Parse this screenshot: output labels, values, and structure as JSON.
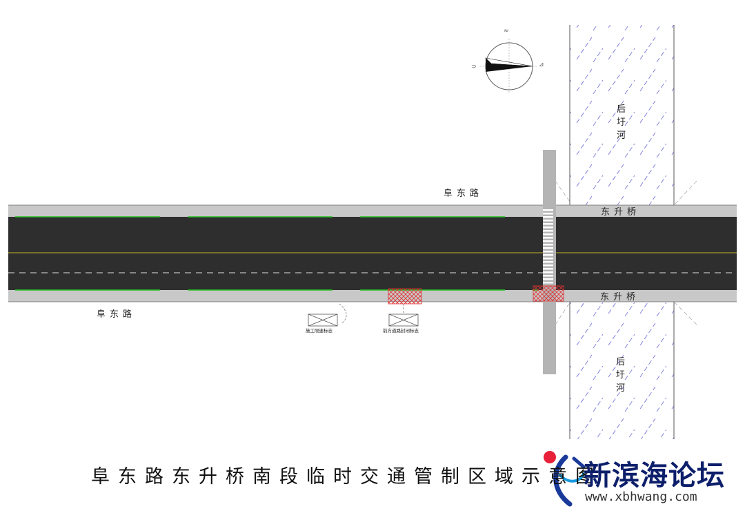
{
  "labels": {
    "road_north": "阜东路",
    "road_south": "阜东路",
    "bridge_north": "东升桥",
    "bridge_south": "东升桥",
    "river_north": "后圩河",
    "river_south": "后圩河"
  },
  "signs": {
    "sign_a": "施工限速标志",
    "sign_b": "前方道路封闭标志"
  },
  "caption": "阜东路东升桥南段临时交通管制区域示意图",
  "watermark": {
    "title": "新滨海论坛",
    "url": "www.xbhwang.com"
  },
  "colors": {
    "road": "#2e2e2e",
    "sidewalk": "#c8c8c8",
    "river_hatch": "#7b7bdc",
    "green_line": "#22c322",
    "centre_line": "#a89a2a",
    "barrier": "#e03030",
    "logo_red": "#e8203a",
    "logo_blue": "#1a3a9a"
  }
}
